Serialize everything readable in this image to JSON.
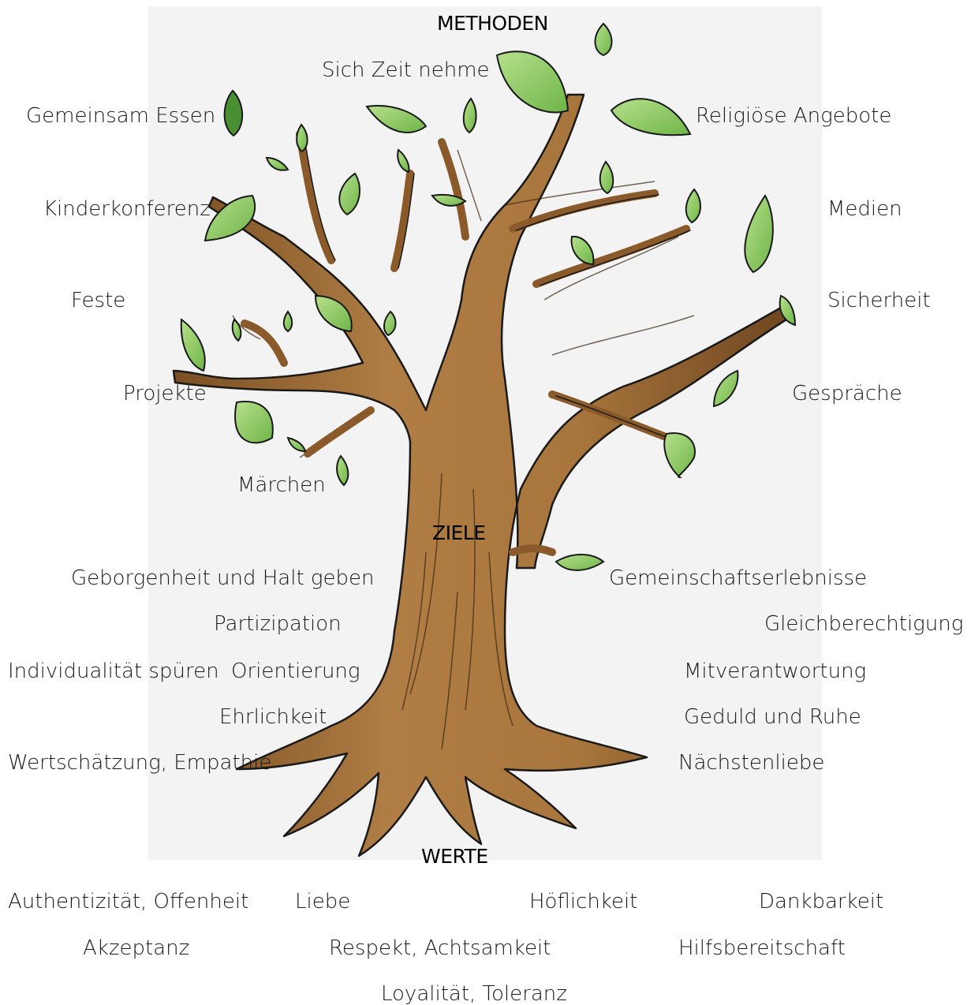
{
  "sections": {
    "methoden": "METHODEN",
    "ziele": "ZIELE",
    "werte": "WERTE"
  },
  "methoden": {
    "sich_zeit_nehme": "Sich Zeit nehme",
    "gemeinsam_essen": "Gemeinsam Essen",
    "religioese_angebote": "Religiöse Angebote",
    "kinderkonferenz": "Kinderkonferenz",
    "medien": "Medien",
    "feste": "Feste",
    "sicherheit": "Sicherheit",
    "projekte": "Projekte",
    "gespraeche": "Gespräche",
    "maerchen": "Märchen"
  },
  "ziele": {
    "geborgenheit": "Geborgenheit und Halt geben",
    "gemeinschaftserlebnisse": "Gemeinschaftserlebnisse",
    "partizipation": "Partizipation",
    "gleichberechtigung": "Gleichberechtigung",
    "individualitaet": "Individualität spüren",
    "orientierung": "Orientierung",
    "mitverantwortung": "Mitverantwortung",
    "ehrlichkeit": "Ehrlichkeit",
    "geduld": "Geduld und Ruhe",
    "wertschaetzung": "Wertschätzung, Empathie",
    "naechstenliebe": "Nächstenliebe"
  },
  "werte": {
    "authentizitaet": "Authentizität, Offenheit",
    "liebe": "Liebe",
    "hoeflichkeit": "Höflichkeit",
    "dankbarkeit": "Dankbarkeit",
    "akzeptanz": "Akzeptanz",
    "respekt": "Respekt, Achtsamkeit",
    "hilfsbereitschaft": "Hilfsbereitschaft",
    "loyalitaet": "Loyalität, Toleranz"
  },
  "colors": {
    "trunk": "#a8763c",
    "trunk_dark": "#7a4e22",
    "leaf": "#8fcc62",
    "leaf_dark": "#3f8a2a",
    "outline": "#1a1a1a"
  },
  "icons": {
    "illustration": "tree-illustration"
  }
}
